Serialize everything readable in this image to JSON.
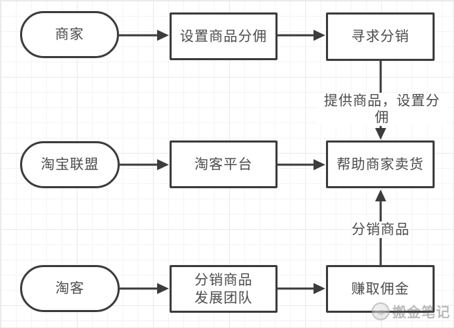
{
  "diagram": {
    "nodes": {
      "merchant": {
        "label": "商家",
        "shape": "stadium"
      },
      "set_commission": {
        "label": "设置商品分佣",
        "shape": "rect"
      },
      "seek_distribution": {
        "label": "寻求分销",
        "shape": "rect"
      },
      "taobao_alliance": {
        "label": "淘宝联盟",
        "shape": "stadium"
      },
      "taoke_platform": {
        "label": "淘客平台",
        "shape": "rect"
      },
      "help_merchant_sell": {
        "label": "帮助商家卖货",
        "shape": "rect"
      },
      "taoke": {
        "label": "淘客",
        "shape": "stadium"
      },
      "distribute_grow": {
        "label": "分销商品\n发展团队",
        "shape": "rect"
      },
      "earn_commission": {
        "label": "赚取佣金",
        "shape": "rect"
      }
    },
    "edge_labels": {
      "provide_set": "提供商品，设置分佣",
      "distribute_goods": "分销商品"
    },
    "colors": {
      "stroke": "#3c3c3c",
      "text": "#4b4b4b",
      "node_bg": "#ffffff",
      "grid_minor": "#f4f4f4",
      "grid_major": "#e9e9e9"
    }
  },
  "watermark": {
    "text": "搬金笔记"
  }
}
